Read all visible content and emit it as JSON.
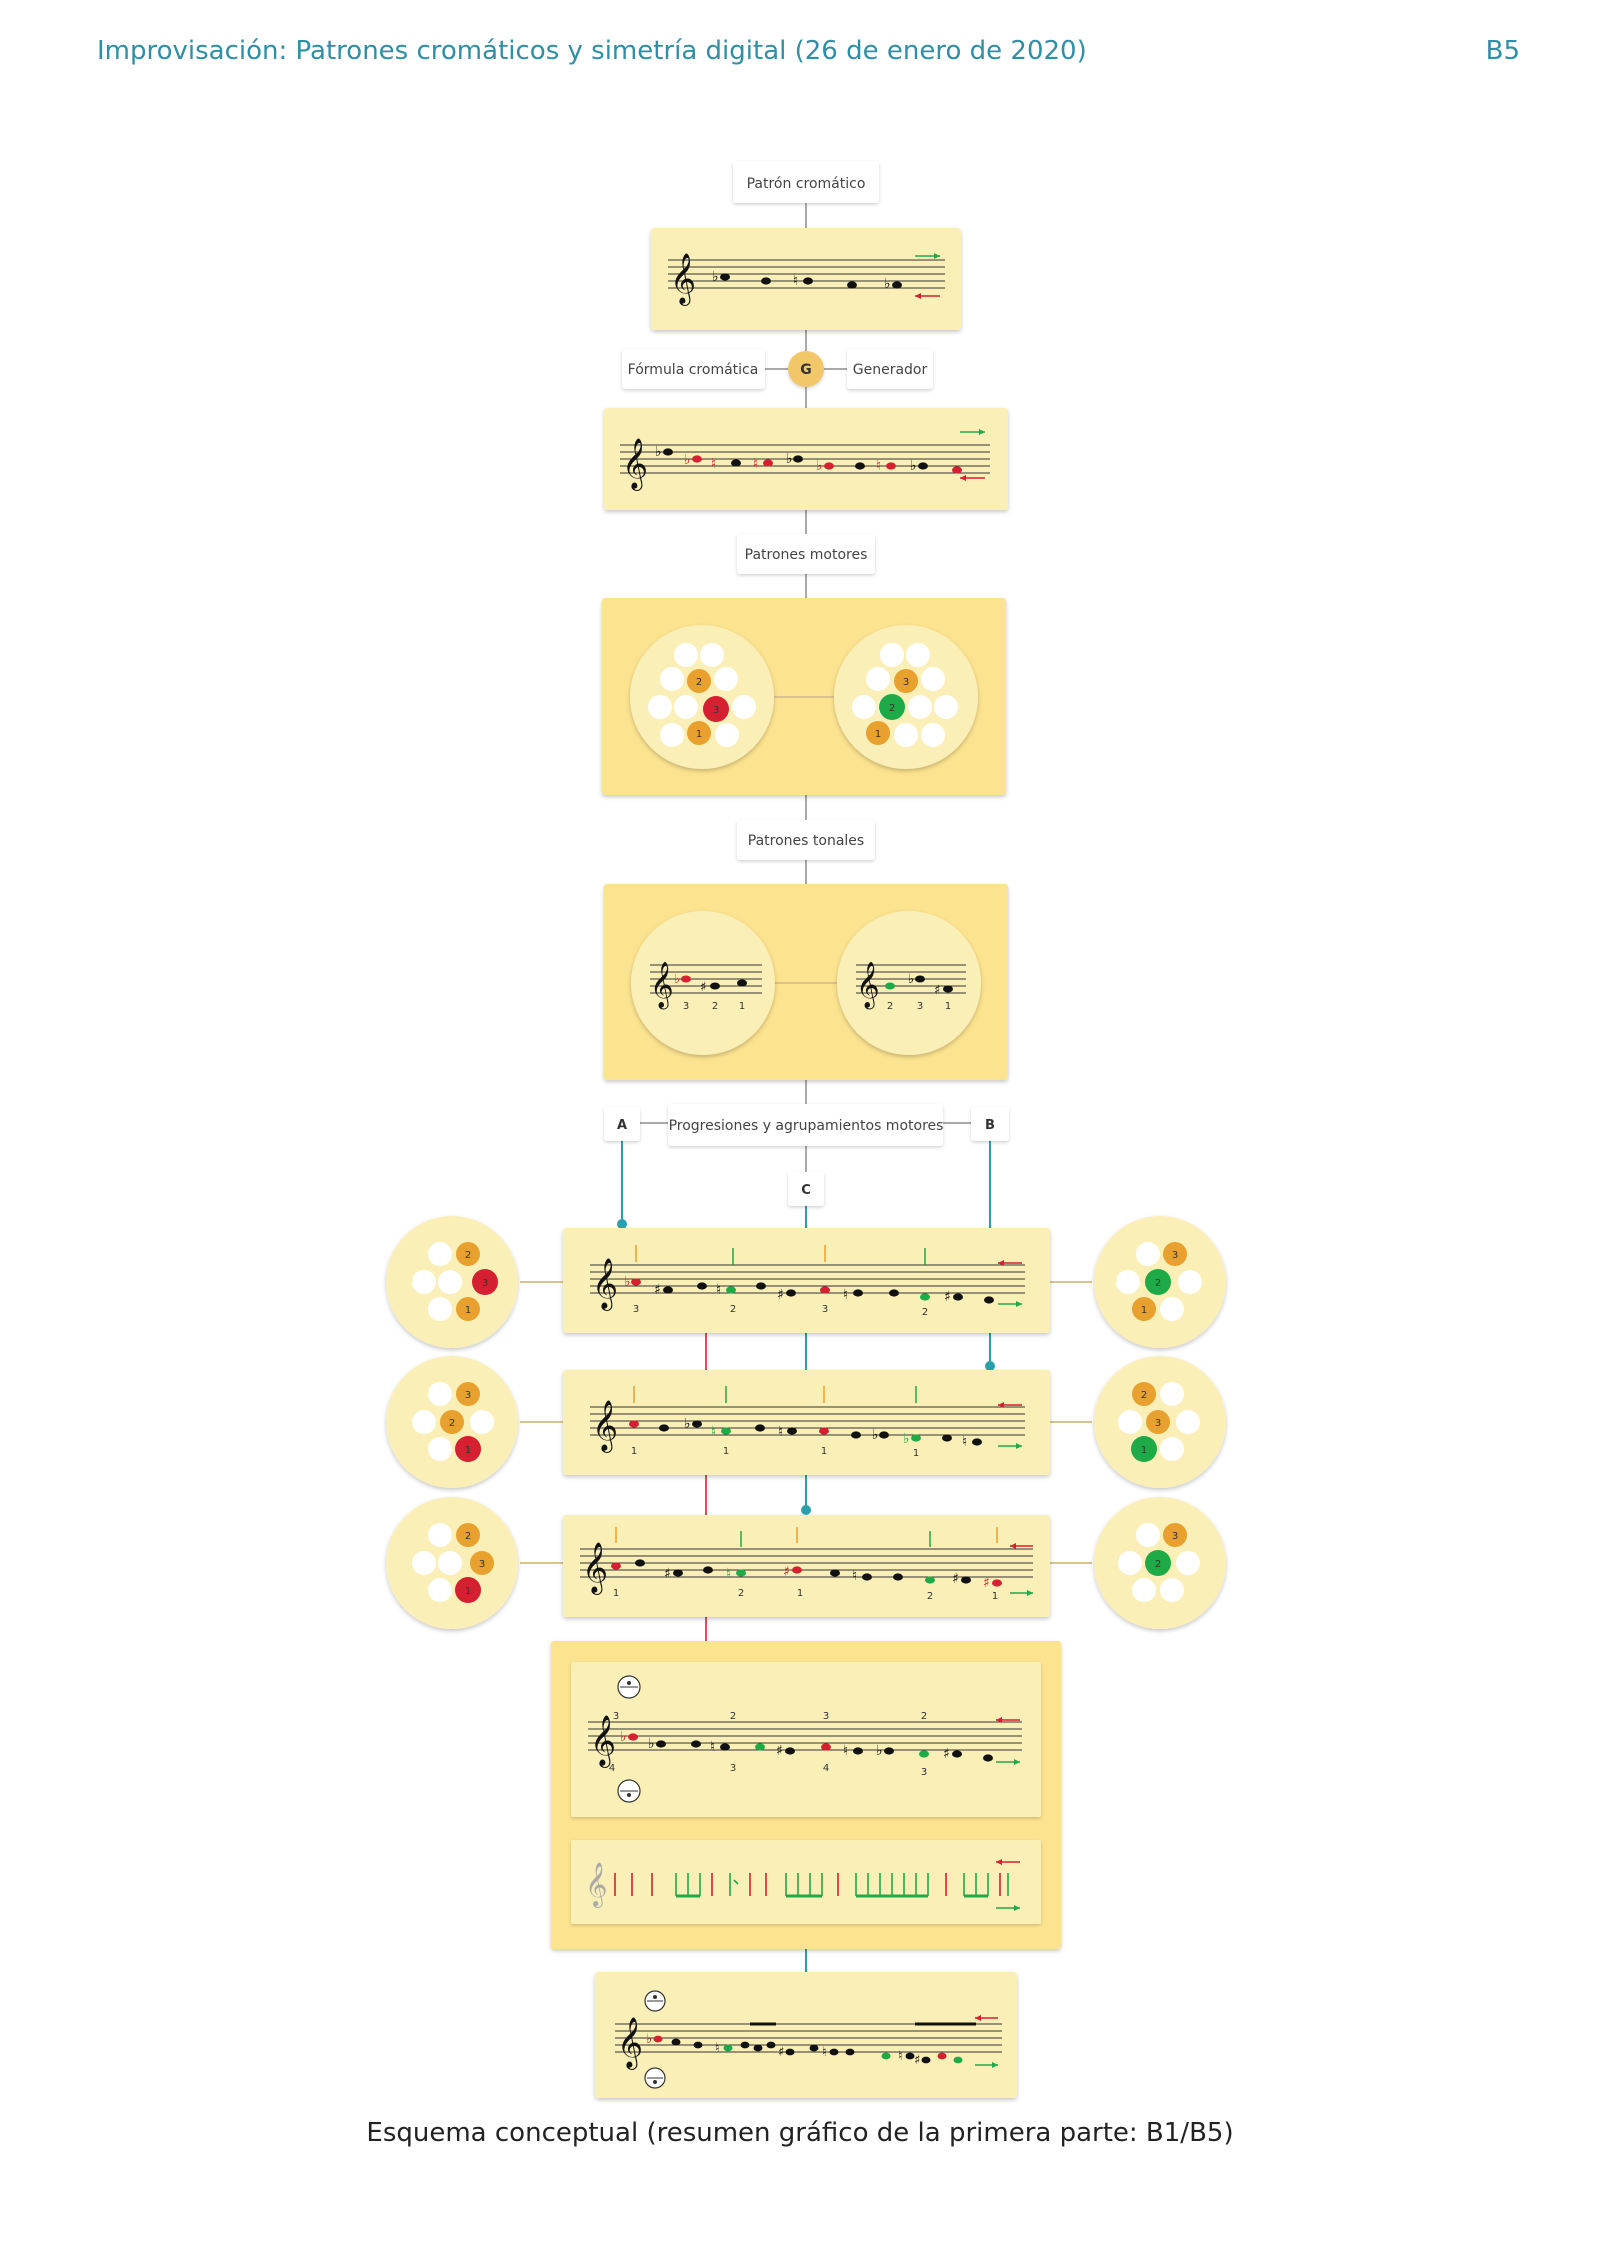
{
  "header": {
    "title": "Improvisación: Patrones cromáticos y simetría digital (26 de enero de 2020)",
    "code": "B5"
  },
  "caption": "Esquema conceptual (resumen gráfico de la primera parte: B1/B5)",
  "labels": {
    "patron_cromatico": "Patrón cromático",
    "formula_cromatica": "Fórmula cromática",
    "generador_badge": "G",
    "generador": "Generador",
    "patrones_motores": "Patrones motores",
    "patrones_tonales": "Patrones tonales",
    "progresiones": "Progresiones y agrupamientos motores",
    "badge_a": "A",
    "badge_b": "B",
    "badge_c": "C"
  },
  "fingerings": {
    "motor_left": [
      "2",
      "3",
      "1"
    ],
    "motor_right": [
      "3",
      "2",
      "1"
    ],
    "tonal_left": [
      "3",
      "2",
      "1"
    ],
    "tonal_right": [
      "2",
      "3",
      "1"
    ],
    "row1_staff": [
      "3",
      "2",
      "3",
      "2"
    ],
    "row2_staff": [
      "1",
      "1",
      "1",
      "1"
    ],
    "row3_staff": [
      "1",
      "2",
      "1",
      "2",
      "1"
    ],
    "row1_left": [
      "2",
      "3",
      "1"
    ],
    "row1_right": [
      "3",
      "2",
      "1"
    ],
    "row2_left": [
      "3",
      "2",
      "1"
    ],
    "row2_right": [
      "2",
      "3",
      "1"
    ],
    "row3_left": [
      "2",
      "3",
      "1"
    ],
    "row3_right": [
      "3",
      "2"
    ],
    "combined_top": [
      "3",
      "2",
      "3",
      "2"
    ],
    "combined_bottom": [
      "4",
      "3",
      "4",
      "3"
    ]
  },
  "colors": {
    "panel": "#fbefb8",
    "panel_dark": "#fce38f",
    "orange": "#e8a02e",
    "red": "#d42030",
    "green": "#1faa48",
    "teal": "#2a9fae",
    "line": "#c9b58a"
  }
}
